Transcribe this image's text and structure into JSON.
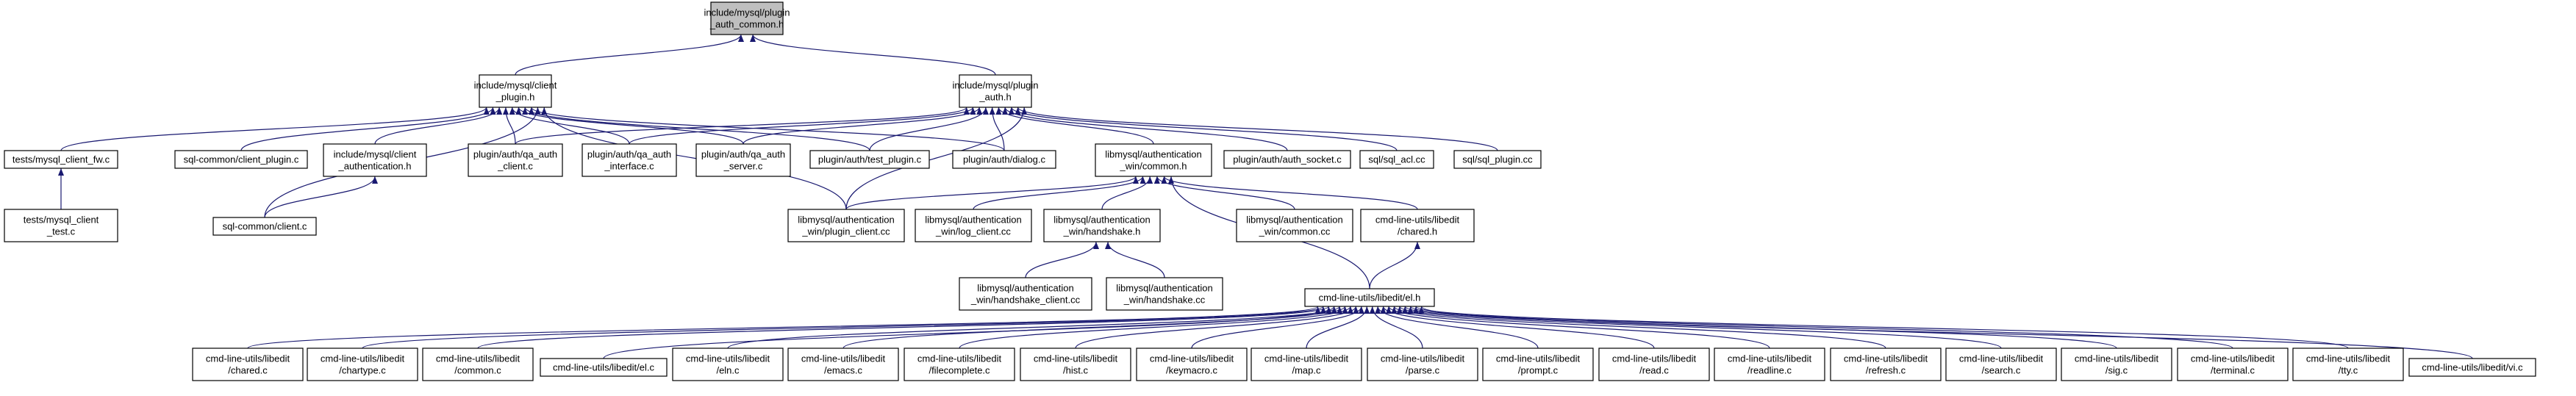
{
  "diagram": {
    "nodes": [
      {
        "id": "root",
        "lines": [
          "include/mysql/plugin",
          "_auth_common.h"
        ]
      },
      {
        "id": "client_plugin_h",
        "lines": [
          "include/mysql/client",
          "_plugin.h"
        ]
      },
      {
        "id": "plugin_auth_h",
        "lines": [
          "include/mysql/plugin",
          "_auth.h"
        ]
      },
      {
        "id": "mysql_client_fw",
        "lines": [
          "tests/mysql_client_fw.c"
        ]
      },
      {
        "id": "client_plugin_c",
        "lines": [
          "sql-common/client_plugin.c"
        ]
      },
      {
        "id": "client_authentication_h",
        "lines": [
          "include/mysql/client",
          "_authentication.h"
        ]
      },
      {
        "id": "qa_auth_client",
        "lines": [
          "plugin/auth/qa_auth",
          "_client.c"
        ]
      },
      {
        "id": "qa_auth_interface",
        "lines": [
          "plugin/auth/qa_auth",
          "_interface.c"
        ]
      },
      {
        "id": "qa_auth_server",
        "lines": [
          "plugin/auth/qa_auth",
          "_server.c"
        ]
      },
      {
        "id": "test_plugin",
        "lines": [
          "plugin/auth/test_plugin.c"
        ]
      },
      {
        "id": "dialog",
        "lines": [
          "plugin/auth/dialog.c"
        ]
      },
      {
        "id": "auth_win_common_h",
        "lines": [
          "libmysql/authentication",
          "_win/common.h"
        ]
      },
      {
        "id": "auth_socket",
        "lines": [
          "plugin/auth/auth_socket.c"
        ]
      },
      {
        "id": "sql_acl",
        "lines": [
          "sql/sql_acl.cc"
        ]
      },
      {
        "id": "sql_plugin",
        "lines": [
          "sql/sql_plugin.cc"
        ]
      },
      {
        "id": "mysql_client_test",
        "lines": [
          "tests/mysql_client",
          "_test.c"
        ]
      },
      {
        "id": "client_c",
        "lines": [
          "sql-common/client.c"
        ]
      },
      {
        "id": "plugin_client",
        "lines": [
          "libmysql/authentication",
          "_win/plugin_client.cc"
        ]
      },
      {
        "id": "log_client",
        "lines": [
          "libmysql/authentication",
          "_win/log_client.cc"
        ]
      },
      {
        "id": "handshake_h",
        "lines": [
          "libmysql/authentication",
          "_win/handshake.h"
        ]
      },
      {
        "id": "auth_win_common_cc",
        "lines": [
          "libmysql/authentication",
          "_win/common.cc"
        ]
      },
      {
        "id": "chared_h",
        "lines": [
          "cmd-line-utils/libedit",
          "/chared.h"
        ]
      },
      {
        "id": "handshake_client",
        "lines": [
          "libmysql/authentication",
          "_win/handshake_client.cc"
        ]
      },
      {
        "id": "handshake_cc",
        "lines": [
          "libmysql/authentication",
          "_win/handshake.cc"
        ]
      },
      {
        "id": "el_h",
        "lines": [
          "cmd-line-utils/libedit/el.h"
        ]
      },
      {
        "id": "chared_c",
        "lines": [
          "cmd-line-utils/libedit",
          "/chared.c"
        ]
      },
      {
        "id": "chartype_c",
        "lines": [
          "cmd-line-utils/libedit",
          "/chartype.c"
        ]
      },
      {
        "id": "common_c",
        "lines": [
          "cmd-line-utils/libedit",
          "/common.c"
        ]
      },
      {
        "id": "el_c",
        "lines": [
          "cmd-line-utils/libedit/el.c"
        ]
      },
      {
        "id": "eln_c",
        "lines": [
          "cmd-line-utils/libedit",
          "/eln.c"
        ]
      },
      {
        "id": "emacs_c",
        "lines": [
          "cmd-line-utils/libedit",
          "/emacs.c"
        ]
      },
      {
        "id": "filecomplete_c",
        "lines": [
          "cmd-line-utils/libedit",
          "/filecomplete.c"
        ]
      },
      {
        "id": "hist_c",
        "lines": [
          "cmd-line-utils/libedit",
          "/hist.c"
        ]
      },
      {
        "id": "keymacro_c",
        "lines": [
          "cmd-line-utils/libedit",
          "/keymacro.c"
        ]
      },
      {
        "id": "map_c",
        "lines": [
          "cmd-line-utils/libedit",
          "/map.c"
        ]
      },
      {
        "id": "parse_c",
        "lines": [
          "cmd-line-utils/libedit",
          "/parse.c"
        ]
      },
      {
        "id": "prompt_c",
        "lines": [
          "cmd-line-utils/libedit",
          "/prompt.c"
        ]
      },
      {
        "id": "read_c",
        "lines": [
          "cmd-line-utils/libedit",
          "/read.c"
        ]
      },
      {
        "id": "readline_c",
        "lines": [
          "cmd-line-utils/libedit",
          "/readline.c"
        ]
      },
      {
        "id": "refresh_c",
        "lines": [
          "cmd-line-utils/libedit",
          "/refresh.c"
        ]
      },
      {
        "id": "search_c",
        "lines": [
          "cmd-line-utils/libedit",
          "/search.c"
        ]
      },
      {
        "id": "sig_c",
        "lines": [
          "cmd-line-utils/libedit",
          "/sig.c"
        ]
      },
      {
        "id": "terminal_c",
        "lines": [
          "cmd-line-utils/libedit",
          "/terminal.c"
        ]
      },
      {
        "id": "tty_c",
        "lines": [
          "cmd-line-utils/libedit",
          "/tty.c"
        ]
      },
      {
        "id": "vi_c",
        "lines": [
          "cmd-line-utils/libedit/vi.c"
        ]
      }
    ],
    "edges": [
      [
        "client_plugin_h",
        "root"
      ],
      [
        "plugin_auth_h",
        "root"
      ],
      [
        "mysql_client_fw",
        "client_plugin_h"
      ],
      [
        "client_plugin_c",
        "client_plugin_h"
      ],
      [
        "client_authentication_h",
        "client_plugin_h"
      ],
      [
        "qa_auth_client",
        "client_plugin_h"
      ],
      [
        "qa_auth_interface",
        "client_plugin_h"
      ],
      [
        "qa_auth_server",
        "client_plugin_h"
      ],
      [
        "test_plugin",
        "client_plugin_h"
      ],
      [
        "dialog",
        "client_plugin_h"
      ],
      [
        "client_c",
        "client_plugin_h"
      ],
      [
        "plugin_client",
        "client_plugin_h"
      ],
      [
        "qa_auth_client",
        "plugin_auth_h"
      ],
      [
        "qa_auth_interface",
        "plugin_auth_h"
      ],
      [
        "qa_auth_server",
        "plugin_auth_h"
      ],
      [
        "test_plugin",
        "plugin_auth_h"
      ],
      [
        "dialog",
        "plugin_auth_h"
      ],
      [
        "auth_win_common_h",
        "plugin_auth_h"
      ],
      [
        "auth_socket",
        "plugin_auth_h"
      ],
      [
        "sql_acl",
        "plugin_auth_h"
      ],
      [
        "sql_plugin",
        "plugin_auth_h"
      ],
      [
        "plugin_client",
        "plugin_auth_h"
      ],
      [
        "mysql_client_test",
        "mysql_client_fw"
      ],
      [
        "client_c",
        "client_authentication_h"
      ],
      [
        "plugin_client",
        "auth_win_common_h"
      ],
      [
        "log_client",
        "auth_win_common_h"
      ],
      [
        "handshake_h",
        "auth_win_common_h"
      ],
      [
        "auth_win_common_cc",
        "auth_win_common_h"
      ],
      [
        "chared_h",
        "auth_win_common_h"
      ],
      [
        "el_h",
        "auth_win_common_h"
      ],
      [
        "handshake_client",
        "handshake_h"
      ],
      [
        "handshake_cc",
        "handshake_h"
      ],
      [
        "el_h",
        "chared_h"
      ],
      [
        "chared_c",
        "el_h"
      ],
      [
        "chartype_c",
        "el_h"
      ],
      [
        "common_c",
        "el_h"
      ],
      [
        "el_c",
        "el_h"
      ],
      [
        "eln_c",
        "el_h"
      ],
      [
        "emacs_c",
        "el_h"
      ],
      [
        "filecomplete_c",
        "el_h"
      ],
      [
        "hist_c",
        "el_h"
      ],
      [
        "keymacro_c",
        "el_h"
      ],
      [
        "map_c",
        "el_h"
      ],
      [
        "parse_c",
        "el_h"
      ],
      [
        "prompt_c",
        "el_h"
      ],
      [
        "read_c",
        "el_h"
      ],
      [
        "readline_c",
        "el_h"
      ],
      [
        "refresh_c",
        "el_h"
      ],
      [
        "search_c",
        "el_h"
      ],
      [
        "sig_c",
        "el_h"
      ],
      [
        "terminal_c",
        "el_h"
      ],
      [
        "tty_c",
        "el_h"
      ],
      [
        "vi_c",
        "el_h"
      ]
    ],
    "edge_color": "#191970",
    "root_fill": "#bfbfbf"
  }
}
